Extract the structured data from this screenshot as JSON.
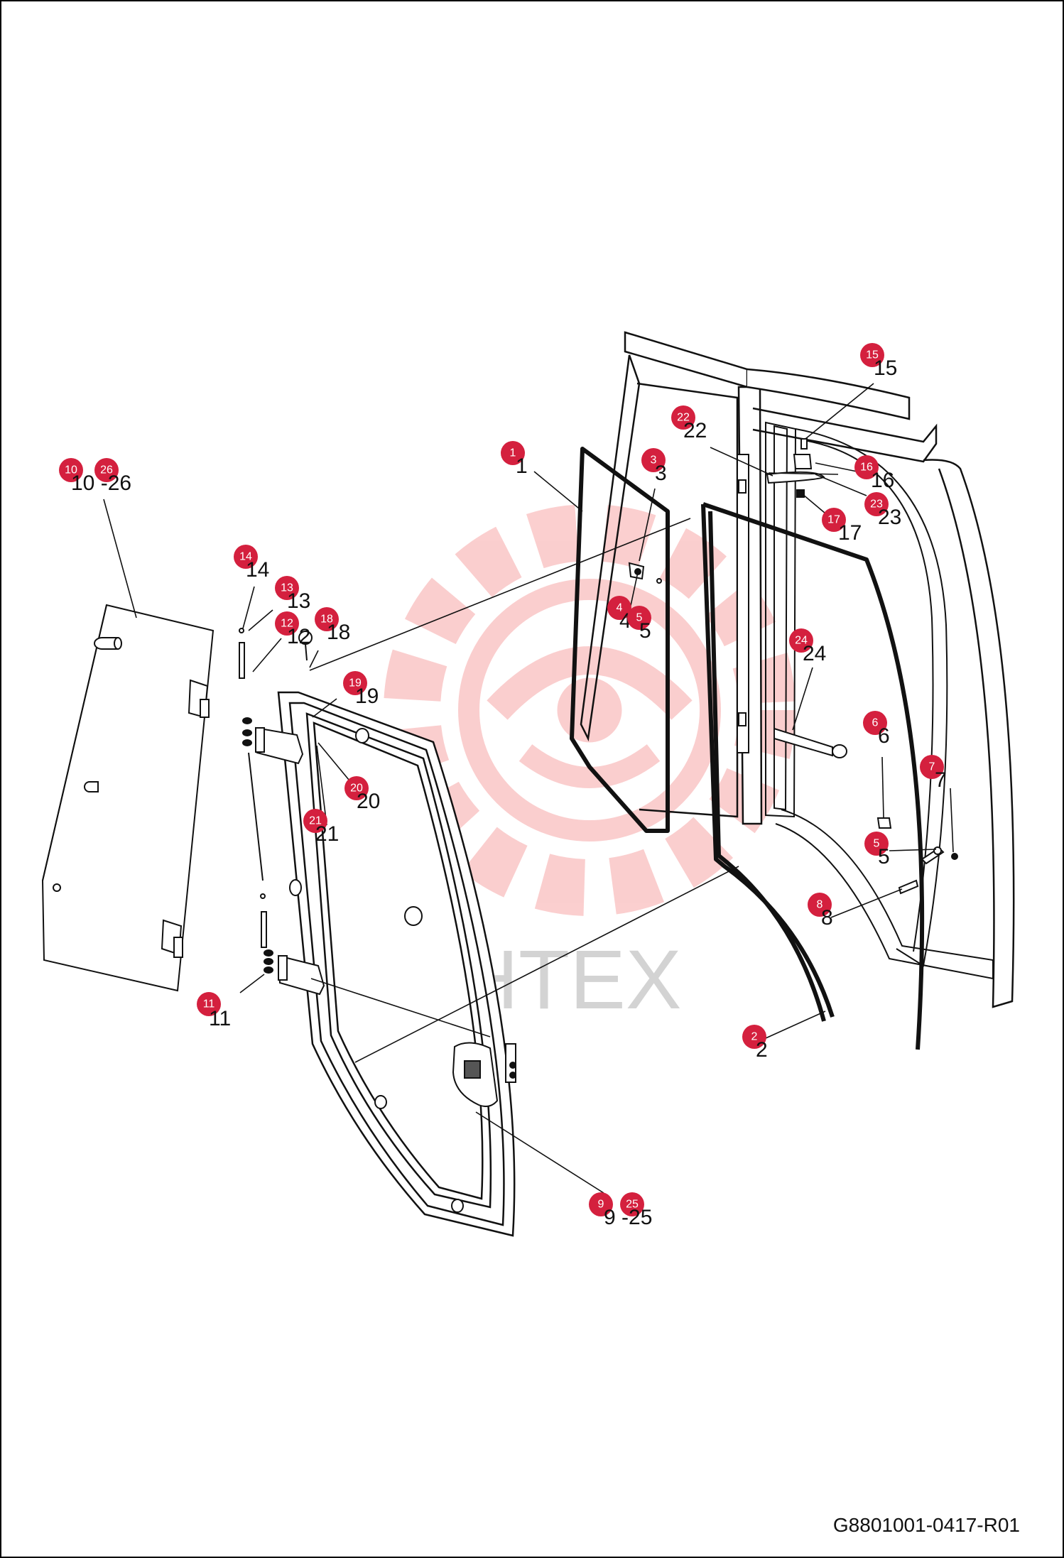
{
  "watermark": {
    "text": "ИНТЕХ",
    "color": "#f26a6a",
    "text_color": "#d3d3d3"
  },
  "document_code": "G8801001-0417-R01",
  "callout_color": "#d4203e",
  "callouts": [
    {
      "id": "c10-26",
      "bubbles": [
        "10",
        "26"
      ],
      "label": "10 -26"
    },
    {
      "id": "c14",
      "bubbles": [
        "14"
      ],
      "label": "14"
    },
    {
      "id": "c13",
      "bubbles": [
        "13"
      ],
      "label": "13"
    },
    {
      "id": "c12",
      "bubbles": [
        "12"
      ],
      "label": "12"
    },
    {
      "id": "c18",
      "bubbles": [
        "18"
      ],
      "label": "18"
    },
    {
      "id": "c19",
      "bubbles": [
        "19"
      ],
      "label": "19"
    },
    {
      "id": "c20",
      "bubbles": [
        "20"
      ],
      "label": "20"
    },
    {
      "id": "c21",
      "bubbles": [
        "21"
      ],
      "label": "21"
    },
    {
      "id": "c11",
      "bubbles": [
        "11"
      ],
      "label": "11"
    },
    {
      "id": "c9-25",
      "bubbles": [
        "9",
        "25"
      ],
      "label": "9 -25"
    },
    {
      "id": "c1",
      "bubbles": [
        "1"
      ],
      "label": "1"
    },
    {
      "id": "c3",
      "bubbles": [
        "3"
      ],
      "label": "3"
    },
    {
      "id": "c4",
      "bubbles": [
        "4"
      ],
      "label": "4"
    },
    {
      "id": "c5a",
      "bubbles": [
        "5"
      ],
      "label": "5"
    },
    {
      "id": "c22",
      "bubbles": [
        "22"
      ],
      "label": "22"
    },
    {
      "id": "c15",
      "bubbles": [
        "15"
      ],
      "label": "15"
    },
    {
      "id": "c16",
      "bubbles": [
        "16"
      ],
      "label": "16"
    },
    {
      "id": "c23",
      "bubbles": [
        "23"
      ],
      "label": "23"
    },
    {
      "id": "c17",
      "bubbles": [
        "17"
      ],
      "label": "17"
    },
    {
      "id": "c24",
      "bubbles": [
        "24"
      ],
      "label": "24"
    },
    {
      "id": "c6",
      "bubbles": [
        "6"
      ],
      "label": "6"
    },
    {
      "id": "c7",
      "bubbles": [
        "7"
      ],
      "label": "7"
    },
    {
      "id": "c5b",
      "bubbles": [
        "5"
      ],
      "label": "5"
    },
    {
      "id": "c8",
      "bubbles": [
        "8"
      ],
      "label": "8"
    },
    {
      "id": "c2",
      "bubbles": [
        "2"
      ],
      "label": "2"
    }
  ]
}
